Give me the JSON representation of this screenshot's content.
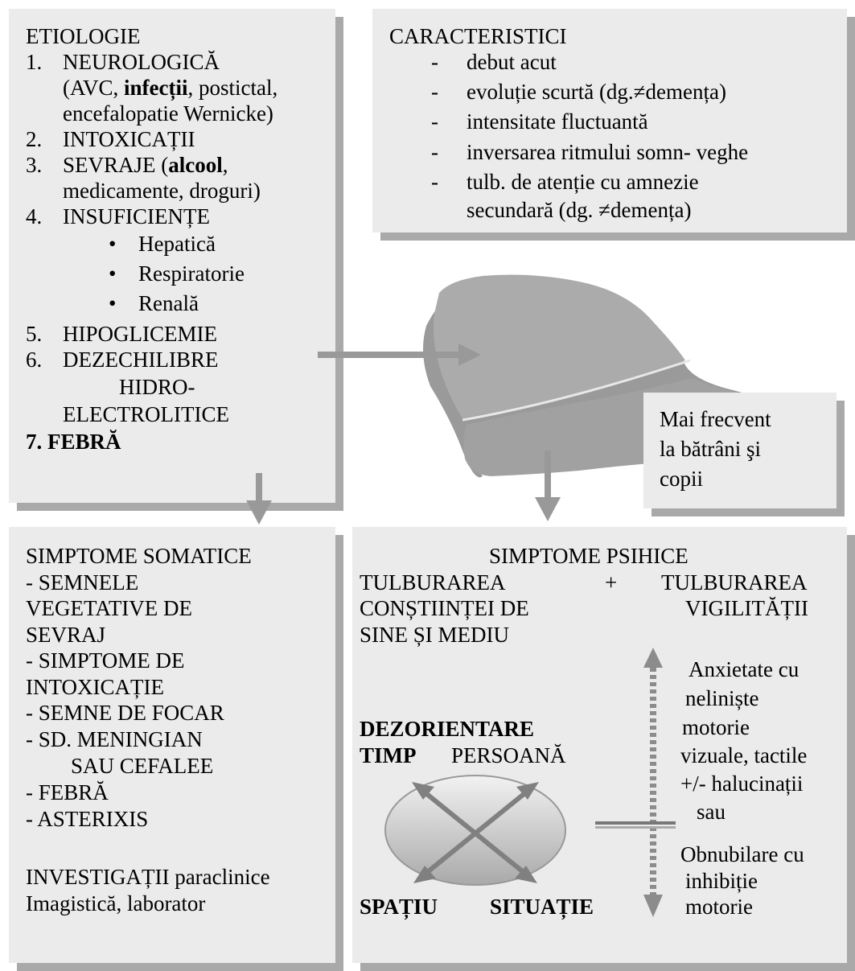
{
  "etiologie": {
    "title": "ETIOLOGIE",
    "n1": "1.",
    "item1_line1": "NEUROLOGICĂ",
    "item1_line2_pre": "(AVC, ",
    "item1_line2_bold": "infecții",
    "item1_line2_post": ", postictal,",
    "item1_line3": "encefalopatie Wernicke)",
    "n2": "2.",
    "item2": "INTOXICAȚII",
    "n3": "3.",
    "item3_pre": "SEVRAJE (",
    "item3_bold": "alcool",
    "item3_post": ",",
    "item3_line2": "medicamente, droguri)",
    "n4": "4.",
    "item4": "INSUFICIENȚE",
    "bullet": "•",
    "sub": [
      "Hepatică",
      "Respiratorie",
      "Renală"
    ],
    "n5": "5.",
    "item5": "HIPOGLICEMIE",
    "n6": "6.",
    "item6_line1": "DEZECHILIBRE",
    "item6_line2": "HIDRO-",
    "item6_line3": "ELECTROLITICE",
    "item7": "7. FEBRĂ"
  },
  "caracteristici": {
    "title": "CARACTERISTICI",
    "dash": "-",
    "items": [
      "debut acut",
      "evoluție scurtă (dg.≠demența)",
      "intensitate fluctuantă",
      "inversarea ritmului somn- veghe",
      "tulb. de atenție cu amnezie",
      "secundară (dg. ≠demența)"
    ]
  },
  "frecvent": [
    "Mai frecvent",
    "la bătrâni şi",
    "copii"
  ],
  "somatice": {
    "lines": [
      "SIMPTOME SOMATICE",
      "- SEMNELE",
      "VEGETATIVE DE",
      "SEVRAJ",
      "- SIMPTOME DE",
      "INTOXICAȚIE",
      "- SEMNE DE FOCAR",
      "- SD. MENINGIAN",
      "SAU CEFALEE",
      "- FEBRĂ",
      "- ASTERIXIS"
    ],
    "investigatii": [
      "INVESTIGAȚII paraclinice",
      "Imagistică, laborator"
    ]
  },
  "psihice": {
    "title": "SIMPTOME PSIHICE",
    "left": [
      "TULBURAREA",
      "CONȘTIINȚEI DE",
      "SINE ȘI MEDIU"
    ],
    "plus": "+",
    "right": [
      "TULBURAREA",
      "VIGILITĂȚII"
    ],
    "dezorientare": "DEZORIENTARE",
    "timp": "TIMP",
    "persoana": "PERSOANĂ",
    "spatiu": "SPAȚIU",
    "situatie": "SITUAȚIE",
    "anxietate": [
      "Anxietate cu",
      "neliniște",
      "motorie",
      "vizuale, tactile",
      "+/-  halucinații",
      "sau"
    ],
    "obnubilare": [
      "Obnubilare cu",
      "inhibiție",
      "motorie"
    ]
  }
}
